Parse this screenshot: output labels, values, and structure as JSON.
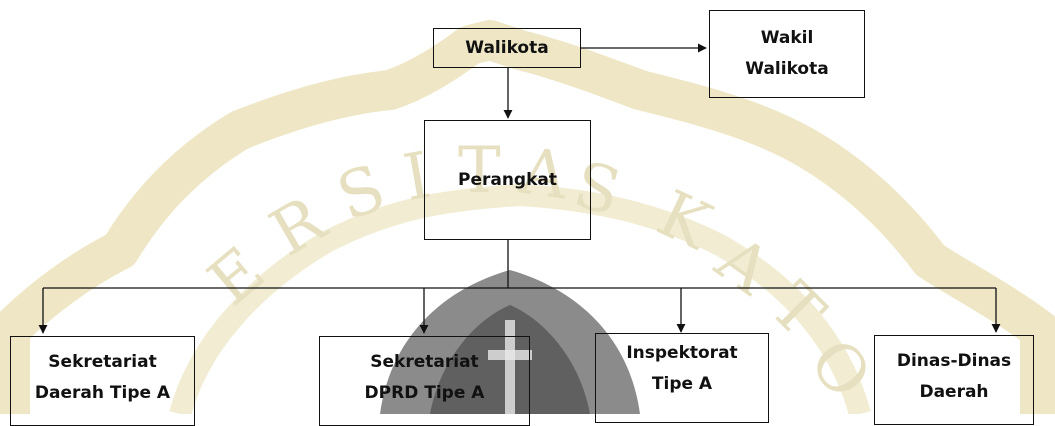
{
  "watermark": {
    "letters": [
      "E",
      "R",
      "S",
      "I",
      "T",
      "A",
      "S",
      "K",
      "A",
      "T",
      "O"
    ]
  },
  "nodes": {
    "walikota": {
      "label": "Walikota"
    },
    "wakil": {
      "line1": "Wakil",
      "line2": "Walikota"
    },
    "perangkat": {
      "label": "Perangkat"
    },
    "sekda": {
      "line1": "Sekretariat",
      "line2": "Daerah Tipe A"
    },
    "dprd": {
      "line1": "Sekretariat",
      "line2": "DPRD Tipe A"
    },
    "inspektorat": {
      "line1": "Inspektorat",
      "line2": "Tipe A"
    },
    "dinas": {
      "line1": "Dinas-Dinas",
      "line2": "Daerah"
    }
  }
}
